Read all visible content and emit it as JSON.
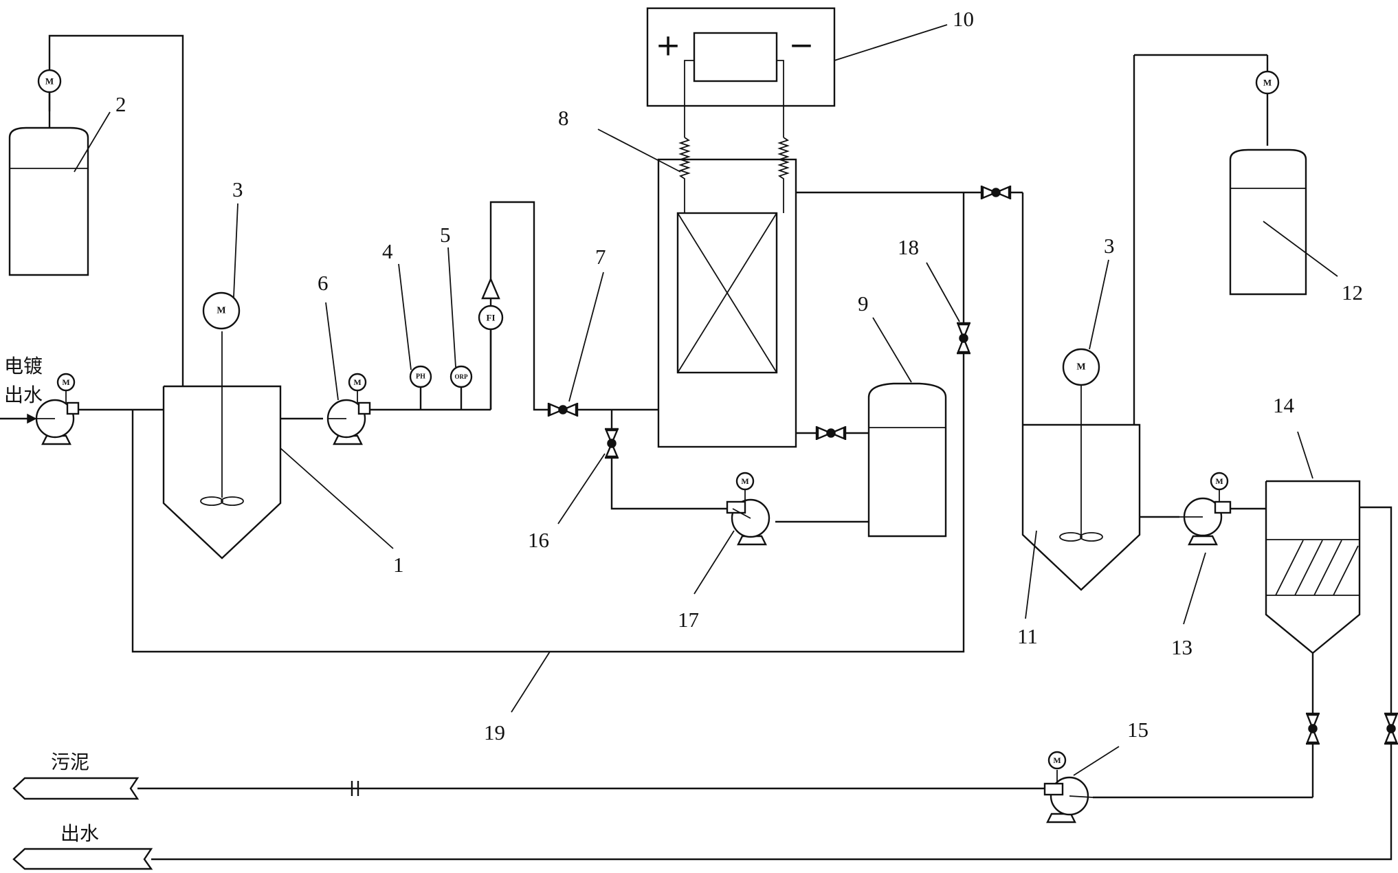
{
  "labels": {
    "n1": "1",
    "n2": "2",
    "n3a": "3",
    "n3b": "3",
    "n4": "4",
    "n5": "5",
    "n6": "6",
    "n7": "7",
    "n8": "8",
    "n9": "9",
    "n10": "10",
    "n11": "11",
    "n12": "12",
    "n13": "13",
    "n14": "14",
    "n15": "15",
    "n16": "16",
    "n17": "17",
    "n18": "18",
    "n19": "19"
  },
  "inlet": {
    "line1": "电镀",
    "line2": "出水"
  },
  "outlets": {
    "sludge": "污泥",
    "effluent": "出水"
  },
  "instruments": {
    "motor": "M",
    "ph": "PH",
    "orp": "ORP",
    "flow": "FI"
  },
  "power_supply": {
    "plus": "+",
    "minus": "−"
  }
}
